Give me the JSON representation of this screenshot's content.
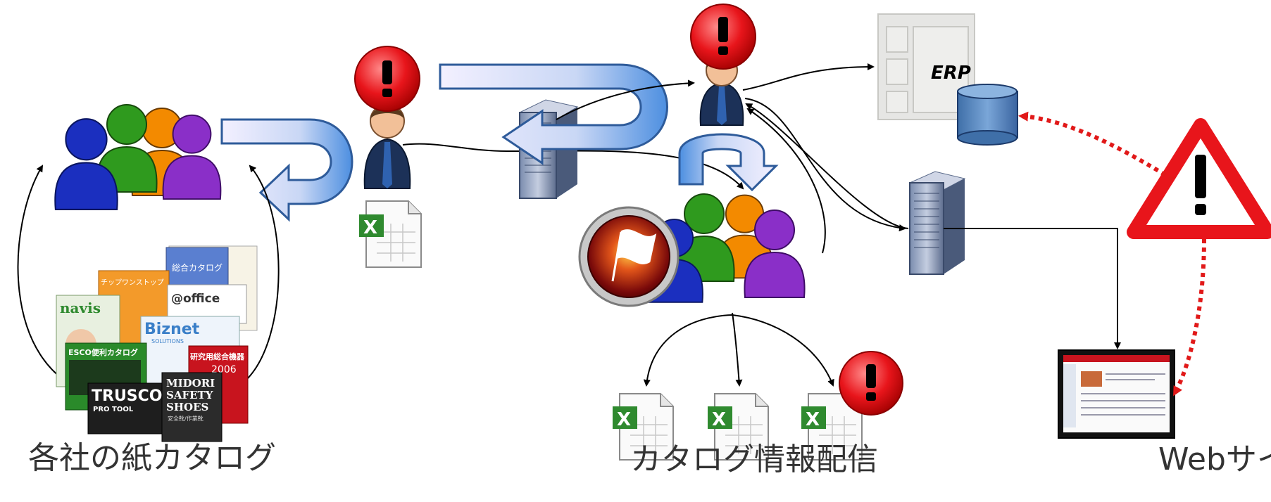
{
  "captions": {
    "left": "各社の紙カタログ",
    "center": "カタログ情報配信",
    "right": "Webサイト"
  },
  "erp": {
    "label": "ERP"
  },
  "catalogs": {
    "navis": "navis",
    "chip": "チップワンストップ",
    "general": "総合カタログ",
    "office": "@office",
    "biznet": "Biznet",
    "biznet_sub": "SOLUTIONS",
    "esco": "ESCO便利カタログ",
    "lab": "研究用総合機器",
    "lab_year": "2006",
    "trusco": "TRUSCO",
    "trusco_sub": "PRO TOOL",
    "midori1": "MIDORI",
    "midori2": "SAFETY",
    "midori3": "SHOES",
    "midori_sub": "安全靴/作業靴"
  },
  "colors": {
    "alert_red": "#e8151b",
    "arrow_fill": "#b7cbee",
    "arrow_stroke": "#2e5b9a",
    "dotted_red": "#e11919",
    "excel_green": "#2f8a2f"
  }
}
